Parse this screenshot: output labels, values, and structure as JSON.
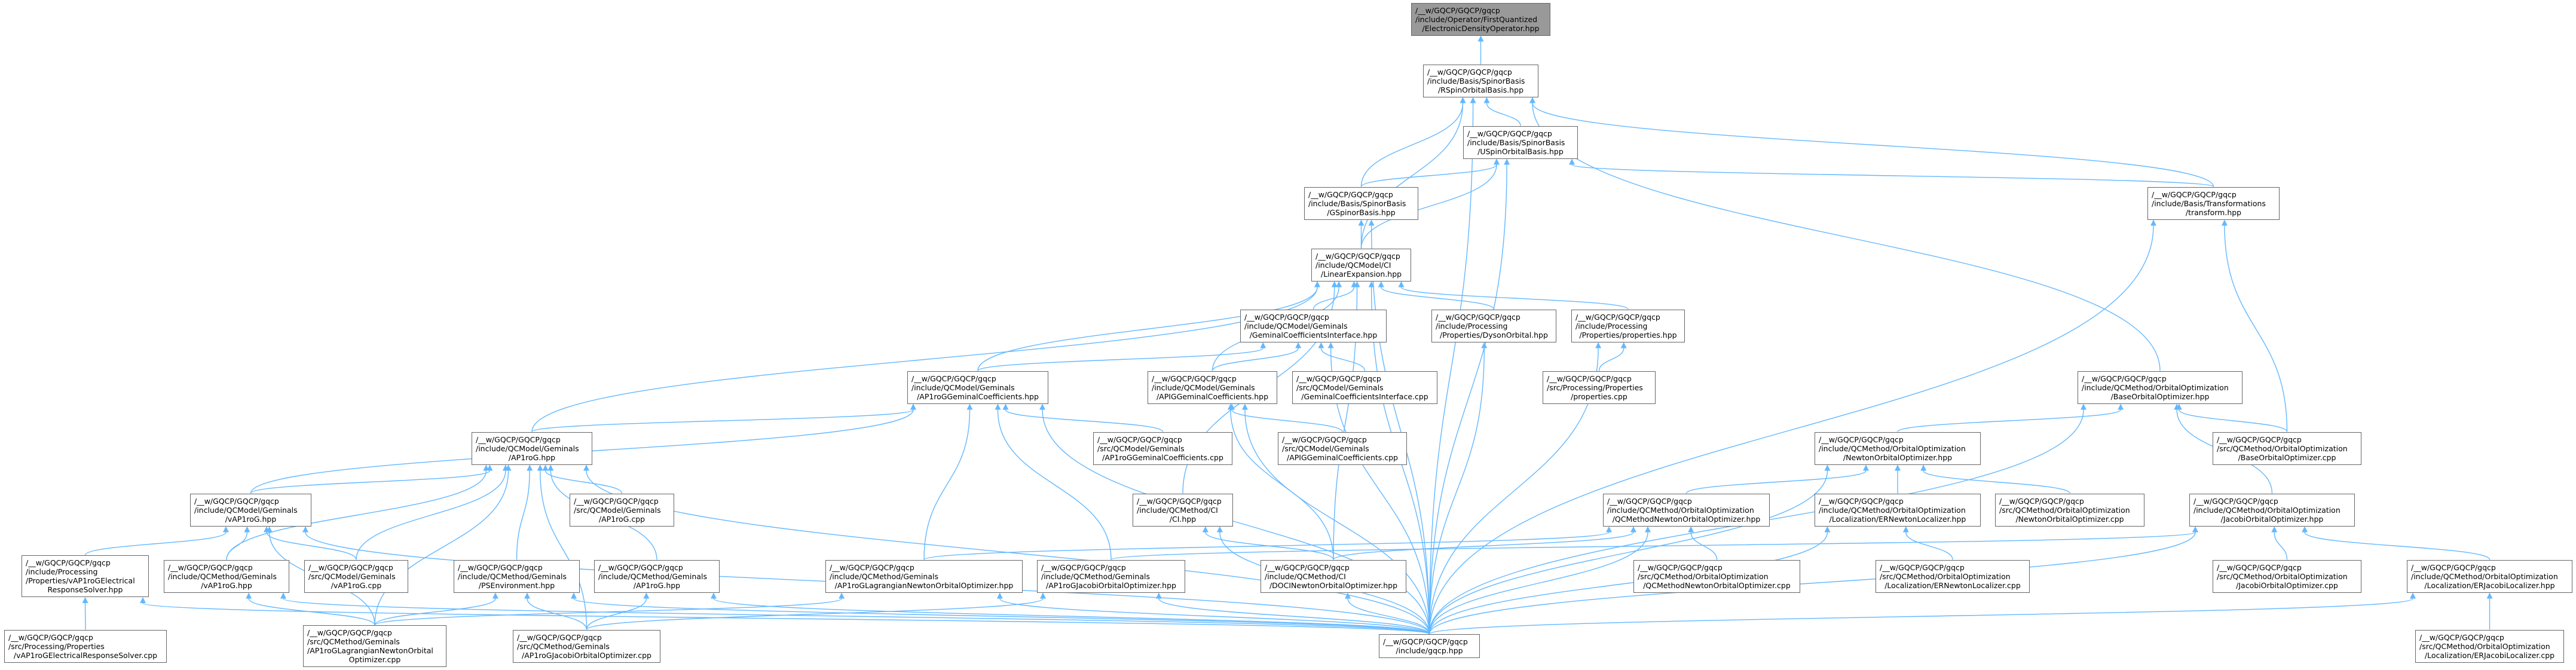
{
  "title": "ElectronicDensityOperator.hpp include dependency graph",
  "colors": {
    "edge": "#63b8ff",
    "node_border": "#666666",
    "current_node": "#999999"
  },
  "nodes": [
    {
      "id": "n0",
      "current": true,
      "lines": [
        "/__w/GQCP/GQCP/gqcp",
        "/include/Operator/FirstQuantized",
        "/ElectronicDensityOperator.hpp"
      ]
    },
    {
      "id": "n1",
      "lines": [
        "/__w/GQCP/GQCP/gqcp",
        "/include/Basis/SpinorBasis",
        "/RSpinOrbitalBasis.hpp"
      ]
    },
    {
      "id": "n2",
      "lines": [
        "/__w/GQCP/GQCP/gqcp",
        "/include/Basis/SpinorBasis",
        "/USpinOrbitalBasis.hpp"
      ]
    },
    {
      "id": "n3",
      "lines": [
        "/__w/GQCP/GQCP/gqcp",
        "/include/Basis/SpinorBasis",
        "/GSpinorBasis.hpp"
      ]
    },
    {
      "id": "n4",
      "lines": [
        "/__w/GQCP/GQCP/gqcp",
        "/include/Basis/Transformations",
        "/transform.hpp"
      ]
    },
    {
      "id": "n5",
      "lines": [
        "/__w/GQCP/GQCP/gqcp",
        "/include/QCModel/CI",
        "/LinearExpansion.hpp"
      ]
    },
    {
      "id": "n6",
      "lines": [
        "/__w/GQCP/GQCP/gqcp",
        "/include/QCModel/Geminals",
        "/GeminalCoefficientsInterface.hpp"
      ]
    },
    {
      "id": "n7",
      "lines": [
        "/__w/GQCP/GQCP/gqcp",
        "/include/Processing",
        "/Properties/DysonOrbital.hpp"
      ]
    },
    {
      "id": "n8",
      "lines": [
        "/__w/GQCP/GQCP/gqcp",
        "/include/Processing",
        "/Properties/properties.hpp"
      ]
    },
    {
      "id": "n9",
      "lines": [
        "/__w/GQCP/GQCP/gqcp",
        "/include/QCMethod/OrbitalOptimization",
        "/BaseOrbitalOptimizer.hpp"
      ]
    },
    {
      "id": "n10",
      "lines": [
        "/__w/GQCP/GQCP/gqcp",
        "/include/QCModel/Geminals",
        "/AP1roGGeminalCoefficients.hpp"
      ]
    },
    {
      "id": "n11",
      "lines": [
        "/__w/GQCP/GQCP/gqcp",
        "/include/QCModel/Geminals",
        "/APIGGeminalCoefficients.hpp"
      ]
    },
    {
      "id": "n12",
      "lines": [
        "/__w/GQCP/GQCP/gqcp",
        "/src/QCModel/Geminals",
        "/GeminalCoefficientsInterface.cpp"
      ]
    },
    {
      "id": "n13",
      "lines": [
        "/__w/GQCP/GQCP/gqcp",
        "/src/Processing/Properties",
        "/properties.cpp"
      ]
    },
    {
      "id": "n14",
      "lines": [
        "/__w/GQCP/GQCP/gqcp",
        "/include/QCModel/Geminals",
        "/AP1roG.hpp"
      ]
    },
    {
      "id": "n15",
      "lines": [
        "/__w/GQCP/GQCP/gqcp",
        "/src/QCModel/Geminals",
        "/AP1roGGeminalCoefficients.cpp"
      ]
    },
    {
      "id": "n16",
      "lines": [
        "/__w/GQCP/GQCP/gqcp",
        "/src/QCModel/Geminals",
        "/APIGGeminalCoefficients.cpp"
      ]
    },
    {
      "id": "n17",
      "lines": [
        "/__w/GQCP/GQCP/gqcp",
        "/include/QCMethod/OrbitalOptimization",
        "/NewtonOrbitalOptimizer.hpp"
      ]
    },
    {
      "id": "n18",
      "lines": [
        "/__w/GQCP/GQCP/gqcp",
        "/src/QCMethod/OrbitalOptimization",
        "/BaseOrbitalOptimizer.cpp"
      ]
    },
    {
      "id": "n19",
      "lines": [
        "/__w/GQCP/GQCP/gqcp",
        "/include/QCModel/Geminals",
        "/vAP1roG.hpp"
      ]
    },
    {
      "id": "n20",
      "lines": [
        "/__w/GQCP/GQCP/gqcp",
        "/src/QCModel/Geminals",
        "/AP1roG.cpp"
      ]
    },
    {
      "id": "n21",
      "lines": [
        "/__w/GQCP/GQCP/gqcp",
        "/include/QCMethod/CI",
        "/CI.hpp"
      ]
    },
    {
      "id": "n22",
      "lines": [
        "/__w/GQCP/GQCP/gqcp",
        "/include/QCMethod/OrbitalOptimization",
        "/QCMethodNewtonOrbitalOptimizer.hpp"
      ]
    },
    {
      "id": "n23",
      "lines": [
        "/__w/GQCP/GQCP/gqcp",
        "/include/QCMethod/OrbitalOptimization",
        "/Localization/ERNewtonLocalizer.hpp"
      ]
    },
    {
      "id": "n24",
      "lines": [
        "/__w/GQCP/GQCP/gqcp",
        "/src/QCMethod/OrbitalOptimization",
        "/NewtonOrbitalOptimizer.cpp"
      ]
    },
    {
      "id": "n25",
      "lines": [
        "/__w/GQCP/GQCP/gqcp",
        "/include/QCMethod/OrbitalOptimization",
        "/JacobiOrbitalOptimizer.hpp"
      ]
    },
    {
      "id": "n26",
      "lines": [
        "/__w/GQCP/GQCP/gqcp",
        "/include/Processing",
        "/Properties/vAP1roGElectrical",
        "ResponseSolver.hpp"
      ]
    },
    {
      "id": "n27",
      "lines": [
        "/__w/GQCP/GQCP/gqcp",
        "/include/QCMethod/Geminals",
        "/vAP1roG.hpp"
      ]
    },
    {
      "id": "n28",
      "lines": [
        "/__w/GQCP/GQCP/gqcp",
        "/src/QCModel/Geminals",
        "/vAP1roG.cpp"
      ]
    },
    {
      "id": "n29",
      "lines": [
        "/__w/GQCP/GQCP/gqcp",
        "/include/QCMethod/Geminals",
        "/PSEnvironment.hpp"
      ]
    },
    {
      "id": "n30",
      "lines": [
        "/__w/GQCP/GQCP/gqcp",
        "/include/QCMethod/Geminals",
        "/AP1roG.hpp"
      ]
    },
    {
      "id": "n31",
      "lines": [
        "/__w/GQCP/GQCP/gqcp",
        "/include/QCMethod/Geminals",
        "/AP1roGLagrangianNewtonOrbitalOptimizer.hpp"
      ]
    },
    {
      "id": "n32",
      "lines": [
        "/__w/GQCP/GQCP/gqcp",
        "/include/QCMethod/Geminals",
        "/AP1roGJacobiOrbitalOptimizer.hpp"
      ]
    },
    {
      "id": "n33",
      "lines": [
        "/__w/GQCP/GQCP/gqcp",
        "/include/QCMethod/CI",
        "/DOCINewtonOrbitalOptimizer.hpp"
      ]
    },
    {
      "id": "n34",
      "lines": [
        "/__w/GQCP/GQCP/gqcp",
        "/src/QCMethod/OrbitalOptimization",
        "/QCMethodNewtonOrbitalOptimizer.cpp"
      ]
    },
    {
      "id": "n35",
      "lines": [
        "/__w/GQCP/GQCP/gqcp",
        "/src/QCMethod/OrbitalOptimization",
        "/Localization/ERNewtonLocalizer.cpp"
      ]
    },
    {
      "id": "n36",
      "lines": [
        "/__w/GQCP/GQCP/gqcp",
        "/src/QCMethod/OrbitalOptimization",
        "/JacobiOrbitalOptimizer.cpp"
      ]
    },
    {
      "id": "n37",
      "lines": [
        "/__w/GQCP/GQCP/gqcp",
        "/include/QCMethod/OrbitalOptimization",
        "/Localization/ERJacobiLocalizer.hpp"
      ]
    },
    {
      "id": "n38",
      "lines": [
        "/__w/GQCP/GQCP/gqcp",
        "/src/Processing/Properties",
        "/vAP1roGElectricalResponseSolver.cpp"
      ]
    },
    {
      "id": "n39",
      "lines": [
        "/__w/GQCP/GQCP/gqcp",
        "/src/QCMethod/Geminals",
        "/AP1roGLagrangianNewtonOrbital",
        "Optimizer.cpp"
      ]
    },
    {
      "id": "n40",
      "lines": [
        "/__w/GQCP/GQCP/gqcp",
        "/src/QCMethod/Geminals",
        "/AP1roGJacobiOrbitalOptimizer.cpp"
      ]
    },
    {
      "id": "n41",
      "lines": [
        "/__w/GQCP/GQCP/gqcp",
        "/include/gqcp.hpp"
      ]
    },
    {
      "id": "n42",
      "lines": [
        "/__w/GQCP/GQCP/gqcp",
        "/src/QCMethod/OrbitalOptimization",
        "/Localization/ERJacobiLocalizer.cpp"
      ]
    }
  ],
  "edges": [
    [
      "n1",
      "n0"
    ],
    [
      "n2",
      "n1"
    ],
    [
      "n3",
      "n1"
    ],
    [
      "n3",
      "n2"
    ],
    [
      "n5",
      "n1"
    ],
    [
      "n5",
      "n2"
    ],
    [
      "n5",
      "n3"
    ],
    [
      "n4",
      "n1"
    ],
    [
      "n4",
      "n2"
    ],
    [
      "n41",
      "n1"
    ],
    [
      "n9",
      "n1"
    ],
    [
      "n41",
      "n2"
    ],
    [
      "n41",
      "n3"
    ],
    [
      "n6",
      "n5"
    ],
    [
      "n7",
      "n5"
    ],
    [
      "n8",
      "n5"
    ],
    [
      "n10",
      "n5"
    ],
    [
      "n11",
      "n5"
    ],
    [
      "n14",
      "n5"
    ],
    [
      "n21",
      "n5"
    ],
    [
      "n33",
      "n5"
    ],
    [
      "n41",
      "n5"
    ],
    [
      "n10",
      "n6"
    ],
    [
      "n11",
      "n6"
    ],
    [
      "n12",
      "n6"
    ],
    [
      "n41",
      "n6"
    ],
    [
      "n13",
      "n8"
    ],
    [
      "n41",
      "n8"
    ],
    [
      "n41",
      "n7"
    ],
    [
      "n14",
      "n10"
    ],
    [
      "n15",
      "n10"
    ],
    [
      "n31",
      "n10"
    ],
    [
      "n32",
      "n10"
    ],
    [
      "n41",
      "n10"
    ],
    [
      "n19",
      "n10"
    ],
    [
      "n16",
      "n11"
    ],
    [
      "n33",
      "n11"
    ],
    [
      "n41",
      "n11"
    ],
    [
      "n19",
      "n14"
    ],
    [
      "n20",
      "n14"
    ],
    [
      "n27",
      "n14"
    ],
    [
      "n28",
      "n14"
    ],
    [
      "n29",
      "n14"
    ],
    [
      "n30",
      "n14"
    ],
    [
      "n39",
      "n14"
    ],
    [
      "n40",
      "n14"
    ],
    [
      "n41",
      "n14"
    ],
    [
      "n26",
      "n19"
    ],
    [
      "n27",
      "n19"
    ],
    [
      "n28",
      "n19"
    ],
    [
      "n39",
      "n19"
    ],
    [
      "n41",
      "n19"
    ],
    [
      "n38",
      "n26"
    ],
    [
      "n41",
      "n26"
    ],
    [
      "n39",
      "n27"
    ],
    [
      "n41",
      "n27"
    ],
    [
      "n39",
      "n29"
    ],
    [
      "n40",
      "n29"
    ],
    [
      "n41",
      "n29"
    ],
    [
      "n40",
      "n30"
    ],
    [
      "n41",
      "n30"
    ],
    [
      "n39",
      "n31"
    ],
    [
      "n41",
      "n31"
    ],
    [
      "n40",
      "n32"
    ],
    [
      "n41",
      "n32"
    ],
    [
      "n33",
      "n21"
    ],
    [
      "n41",
      "n21"
    ],
    [
      "n33",
      "n22"
    ],
    [
      "n34",
      "n22"
    ],
    [
      "n31",
      "n22"
    ],
    [
      "n41",
      "n22"
    ],
    [
      "n17",
      "n9"
    ],
    [
      "n18",
      "n9"
    ],
    [
      "n25",
      "n9"
    ],
    [
      "n41",
      "n9"
    ],
    [
      "n22",
      "n17"
    ],
    [
      "n23",
      "n17"
    ],
    [
      "n24",
      "n17"
    ],
    [
      "n41",
      "n17"
    ],
    [
      "n35",
      "n23"
    ],
    [
      "n41",
      "n23"
    ],
    [
      "n36",
      "n25"
    ],
    [
      "n37",
      "n25"
    ],
    [
      "n32",
      "n25"
    ],
    [
      "n41",
      "n25"
    ],
    [
      "n41",
      "n37"
    ],
    [
      "n42",
      "n37"
    ],
    [
      "n18",
      "n4"
    ],
    [
      "n41",
      "n4"
    ],
    [
      "n41",
      "n33"
    ]
  ]
}
